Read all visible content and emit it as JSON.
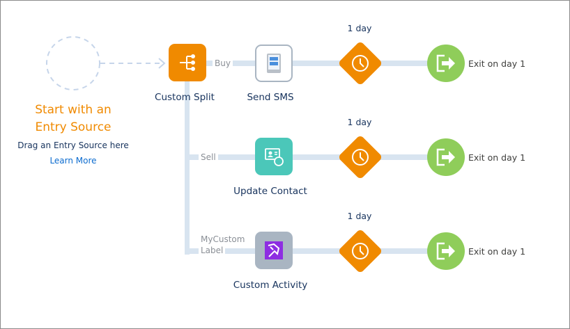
{
  "entry": {
    "title_line1": "Start with an",
    "title_line2": "Entry Source",
    "subtitle": "Drag an Entry Source here",
    "learn_more": "Learn More"
  },
  "split": {
    "label": "Custom Split",
    "icon": "split-icon",
    "color": "#f08a00"
  },
  "paths": [
    {
      "branch_label": "Buy",
      "activity": {
        "label": "Send SMS",
        "icon": "sms-icon",
        "color": "#ffffff"
      },
      "wait": {
        "label": "1 day",
        "icon": "clock-icon"
      },
      "exit": {
        "label": "Exit on day 1",
        "icon": "exit-icon"
      }
    },
    {
      "branch_label": "Sell",
      "activity": {
        "label": "Update Contact",
        "icon": "update-contact-icon",
        "color": "#4bc7b9"
      },
      "wait": {
        "label": "1 day",
        "icon": "clock-icon"
      },
      "exit": {
        "label": "Exit on day 1",
        "icon": "exit-icon"
      }
    },
    {
      "branch_label_line1": "MyCustom",
      "branch_label_line2": "Label",
      "activity": {
        "label": "Custom Activity",
        "icon": "custom-activity-icon",
        "color": "#a9b5c2"
      },
      "wait": {
        "label": "1 day",
        "icon": "clock-icon"
      },
      "exit": {
        "label": "Exit on day 1",
        "icon": "exit-icon"
      }
    }
  ],
  "colors": {
    "wait": "#f08a00",
    "exit": "#8fcd5a",
    "connector": "#d8e4f0",
    "entry_title": "#f08a00",
    "link": "#0b6bcf"
  }
}
